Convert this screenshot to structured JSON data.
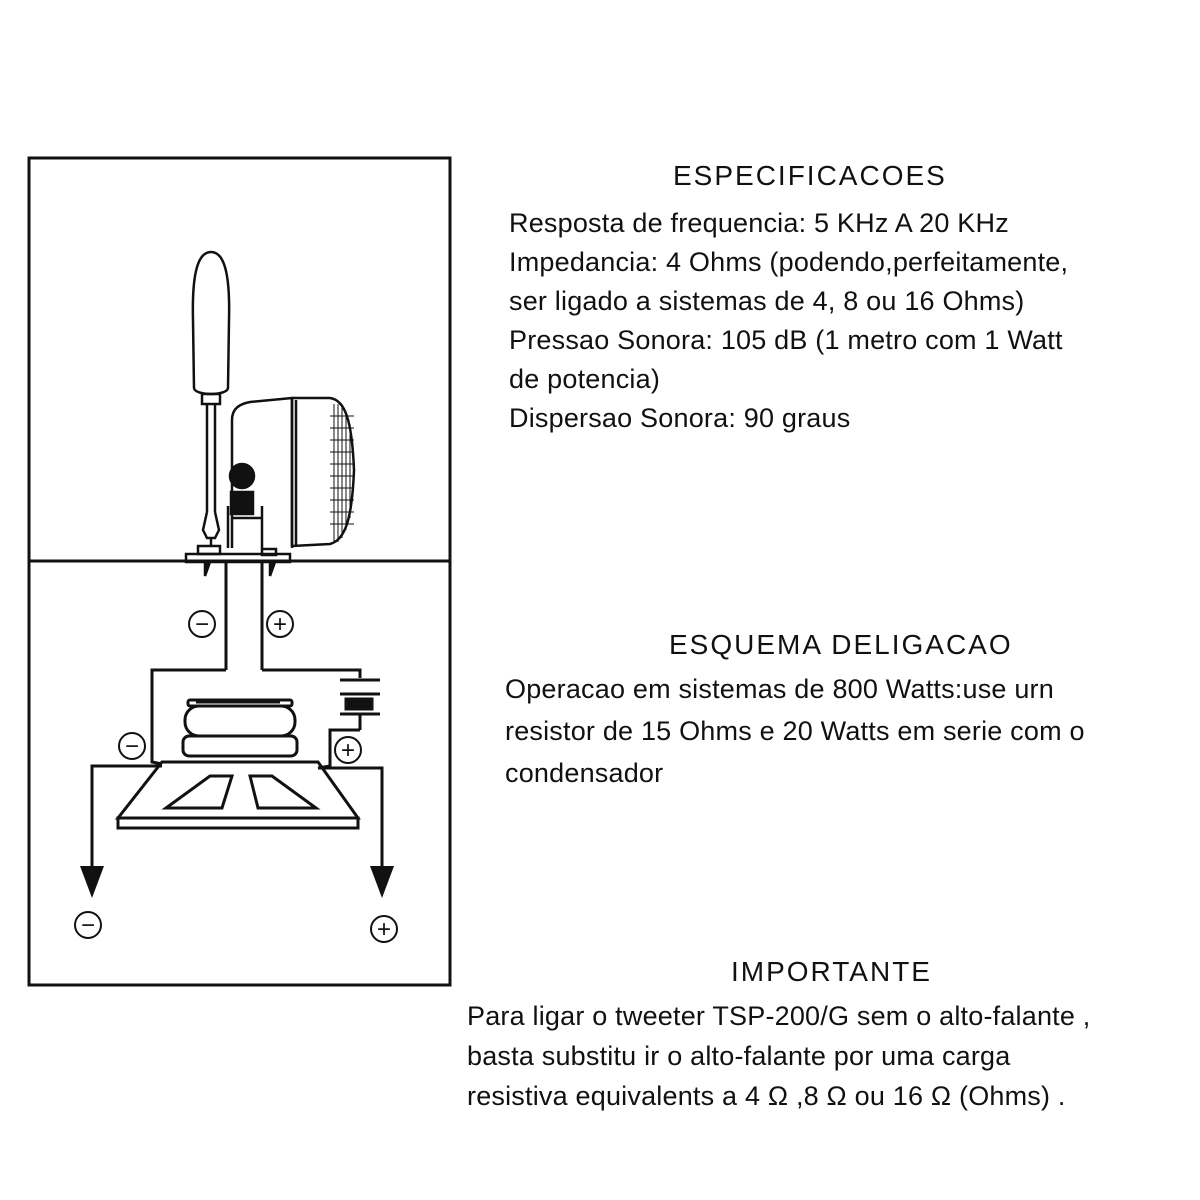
{
  "specs": {
    "heading": "ESPECIFICACOES",
    "lines": [
      "Resposta de frequencia: 5 KHz A 20 KHz",
      "Impedancia: 4 Ohms  (podendo,perfeitamente,",
      "ser ligado a sistemas de 4, 8 ou 16 Ohms)",
      "Pressao Sonora: 105 dB (1 metro com 1 Watt",
      "de potencia)",
      "Dispersao Sonora: 90 graus"
    ]
  },
  "wiring": {
    "heading": "ESQUEMA DELIGACAO",
    "lines": [
      "Operacao em sistemas de 800 Watts:use urn",
      "resistor de 15 Ohms  e  20 Watts em serie com o",
      "condensador"
    ]
  },
  "important": {
    "heading": "IMPORTANTE",
    "lines": [
      "Para ligar o  tweeter TSP-200/G sem o alto-falante ,",
      "basta  substitu ir o alto-falante por uma carga",
      "resistiva equivalents a 4 Ω ,8 Ω  ou 16 Ω  (Ohms) ."
    ]
  },
  "diagram": {
    "symbols": {
      "minus": "−",
      "plus": "+"
    }
  }
}
